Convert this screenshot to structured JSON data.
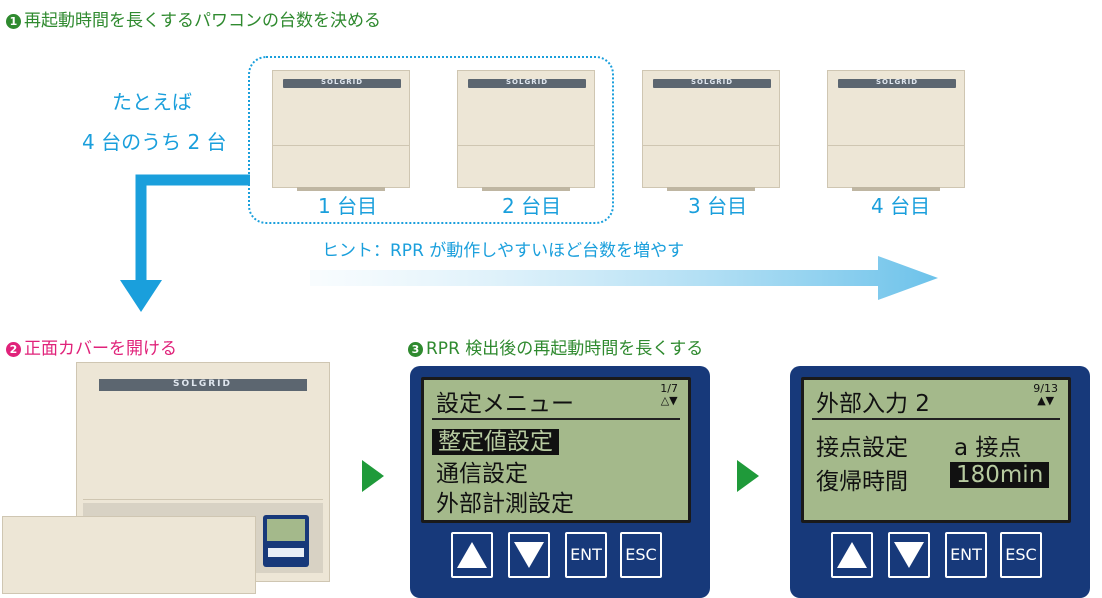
{
  "colors": {
    "blue": "#1a9fdc",
    "pink": "#e0227a",
    "green": "#2f8a2f",
    "navy": "#17397a",
    "lcd": "#a4b98b",
    "go_arrow": "#1f9a3a"
  },
  "step1": {
    "badge": "1",
    "title": "再起動時間を長くするパワコンの台数を決める"
  },
  "example": {
    "line1": "たとえば",
    "line2": "4 台のうち 2 台"
  },
  "units": [
    {
      "label": "1 台目"
    },
    {
      "label": "2 台目"
    },
    {
      "label": "3 台目"
    },
    {
      "label": "4 台目"
    }
  ],
  "brand": "SOLGRID",
  "hint": "ヒント：RPR が動作しやすいほど台数を増やす",
  "step2": {
    "badge": "2",
    "title": "正面カバーを開ける"
  },
  "step3": {
    "badge": "3",
    "title": "RPR 検出後の再起動時間を長くする"
  },
  "panel1": {
    "header": "設定メニュー",
    "page": "1/7",
    "page_arrows": "△▼",
    "items": [
      "整定値設定",
      "通信設定",
      "外部計測設定"
    ]
  },
  "panel2": {
    "header": "外部入力 2",
    "page": "9/13",
    "page_arrows": "▲▼",
    "row1_label": "接点設定",
    "row1_value": "a 接点",
    "row2_label": "復帰時間",
    "row2_value": "180min"
  },
  "buttons": {
    "ent": "ENT",
    "esc": "ESC"
  }
}
